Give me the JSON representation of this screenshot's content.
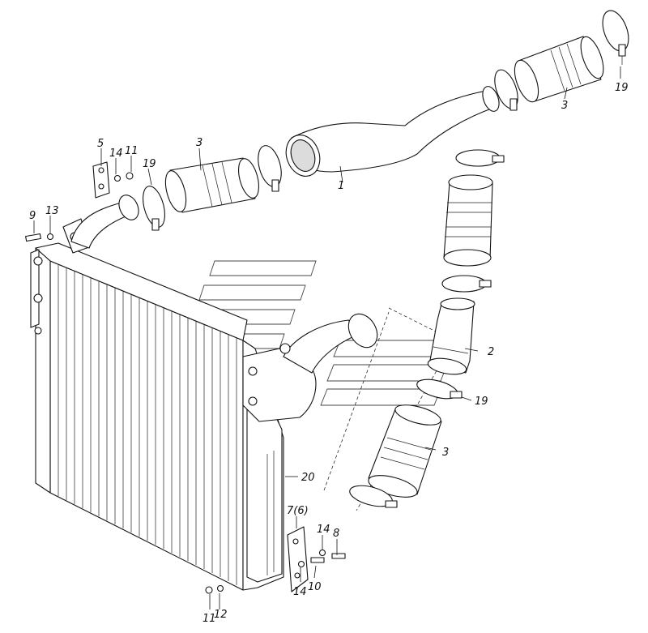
{
  "callouts": {
    "c1": "1",
    "c2": "2",
    "c3_top_right": "3",
    "c3_left": "3",
    "c3_lower": "3",
    "c5": "5",
    "c7_6": "7(6)",
    "c8": "8",
    "c9": "9",
    "c10": "10",
    "c11_top": "11",
    "c11_bottom": "11",
    "c12": "12",
    "c13": "13",
    "c14_top": "14",
    "c14_mid": "14",
    "c14_low": "14",
    "c19_top": "19",
    "c19_left": "19",
    "c19_right": "19",
    "c20": "20"
  }
}
